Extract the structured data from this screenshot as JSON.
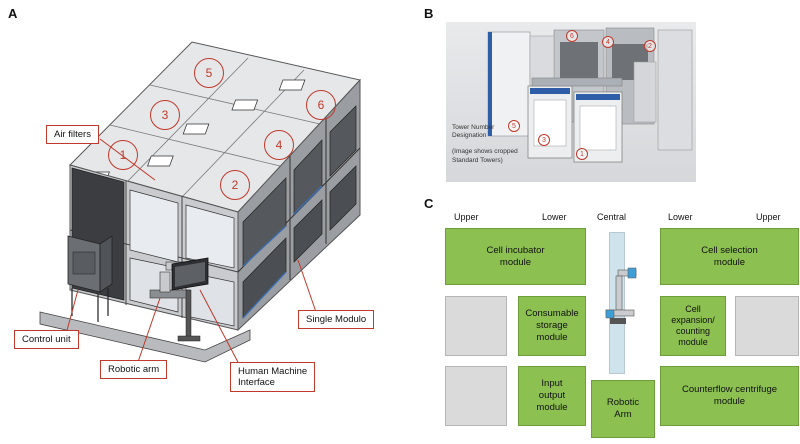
{
  "panels": {
    "a": "A",
    "b": "B",
    "c": "C"
  },
  "panel_a": {
    "tower_numbers": [
      "1",
      "2",
      "3",
      "4",
      "5",
      "6"
    ],
    "callouts": {
      "air_filters": "Air filters",
      "control_unit": "Control unit",
      "robotic_arm": "Robotic arm",
      "hmi": "Human Machine\nInterface",
      "single_module": "Single Modulo"
    },
    "colors": {
      "callout_border": "#c0392b"
    }
  },
  "panel_b": {
    "tower_numbers": [
      "1",
      "2",
      "3",
      "4",
      "5",
      "6"
    ],
    "caption": "Tower Number\nDesignation\n\n(Image shows cropped\nStandard Towers)"
  },
  "panel_c": {
    "headers": {
      "upper_left": "Upper",
      "lower_left": "Lower",
      "central": "Central",
      "lower_right": "Lower",
      "upper_right": "Upper"
    },
    "modules": {
      "cell_incubator": "Cell incubator\nmodule",
      "consumable_storage": "Consumable\nstorage\nmodule",
      "input_output": "Input\noutput\nmodule",
      "robotic_arm": "Robotic\nArm",
      "cell_selection": "Cell selection\nmodule",
      "cell_expansion": "Cell\nexpansion/\ncounting\nmodule",
      "counterflow": "Counterflow centrifuge\nmodule"
    },
    "colors": {
      "module_green": "#8cc152",
      "empty_grey": "#dadada"
    }
  }
}
